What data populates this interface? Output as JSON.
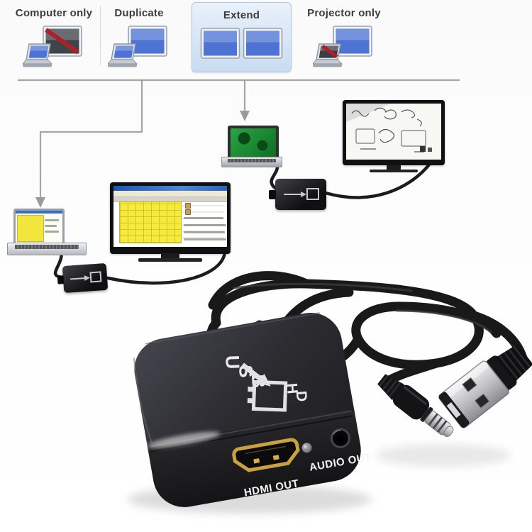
{
  "display_modes": {
    "items": [
      {
        "id": "computer-only",
        "label": "Computer only",
        "selected": false
      },
      {
        "id": "duplicate",
        "label": "Duplicate",
        "selected": false
      },
      {
        "id": "extend",
        "label": "Extend",
        "selected": true
      },
      {
        "id": "projector-only",
        "label": "Projector only",
        "selected": false
      }
    ],
    "selected_mode": "Extend"
  },
  "connection_diagram": {
    "devices": [
      "laptop-with-spreadsheet",
      "tv-with-spreadsheet",
      "usb-hdmi-adapter-left",
      "laptop-with-circuit-wallpaper",
      "tv-with-sketch",
      "usb-hdmi-adapter-right"
    ]
  },
  "product": {
    "top_logo": {
      "usb": "USB",
      "hd": "HD"
    },
    "ports": [
      {
        "type": "hdmi-female",
        "label": "HDMI OUT"
      },
      {
        "type": "led-indicator",
        "label": ""
      },
      {
        "type": "audio-jack-3-5mm",
        "label": "AUDIO OUT"
      }
    ],
    "connectors": [
      "usb-a-male-plug",
      "3.5mm-audio-plug"
    ]
  },
  "colors": {
    "extend_panel_bg": "#d9e7f6",
    "monitor_blue": "#4d74d4",
    "disabled_dark": "#3f434a",
    "slash_red": "#b01f28",
    "flow_line": "#a5a5a5",
    "cable_black": "#191919",
    "adapter_body": "#2b2b30",
    "hdmi_gold": "#c9a23e",
    "spreadsheet_yellow": "#f6ea3c"
  }
}
